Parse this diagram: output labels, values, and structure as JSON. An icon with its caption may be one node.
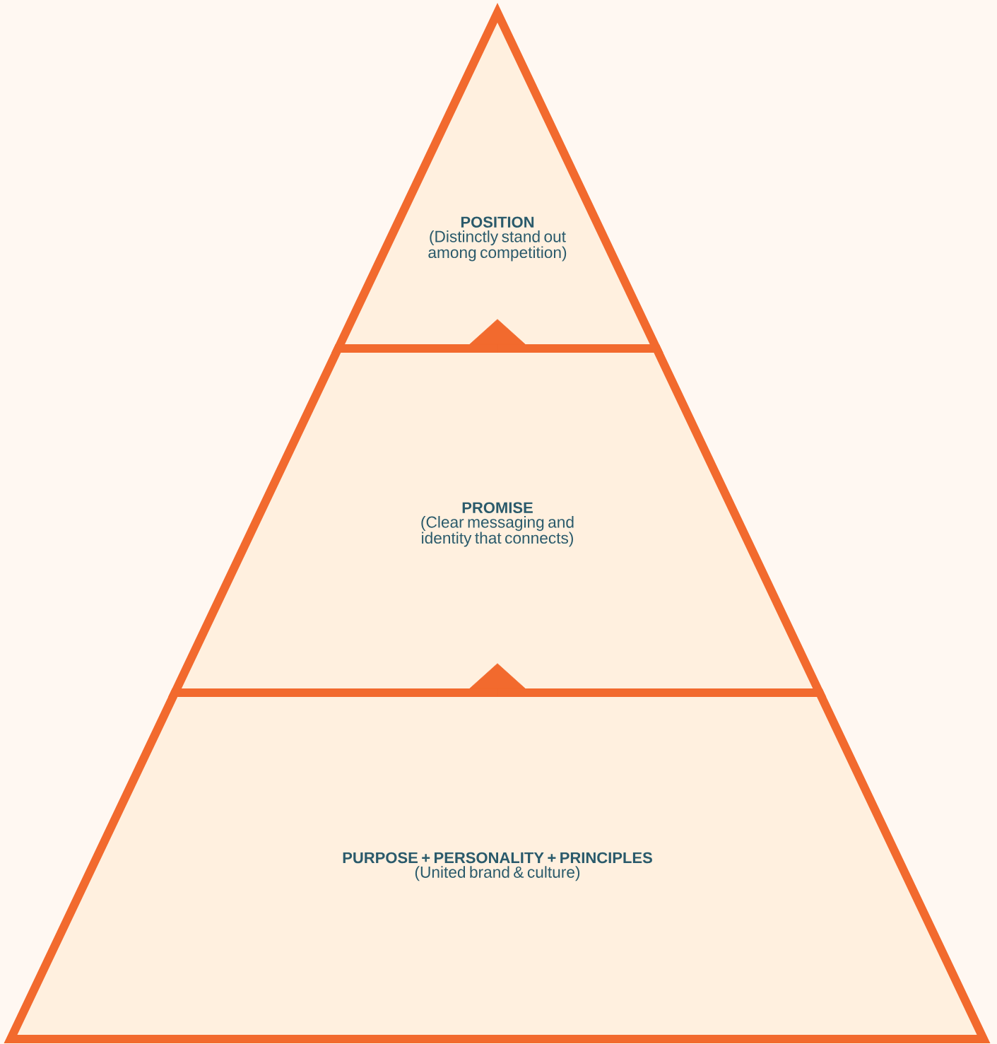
{
  "diagram": {
    "nodes": [
      {
        "text": [
          "POSITION",
          "(Distinctly stand out among competition)"
        ]
      },
      {
        "text": [
          "PROMISE",
          "(Clear messaging and identity that connects)"
        ]
      },
      {
        "text": [
          "PURPOSE + PERSONALITY + PRINCIPLES",
          "(United brand & culture)"
        ]
      }
    ],
    "edges": [
      {
        "from": 1,
        "to": 0,
        "arrow": "to"
      },
      {
        "from": 2,
        "to": 1,
        "arrow": "to"
      }
    ]
  }
}
